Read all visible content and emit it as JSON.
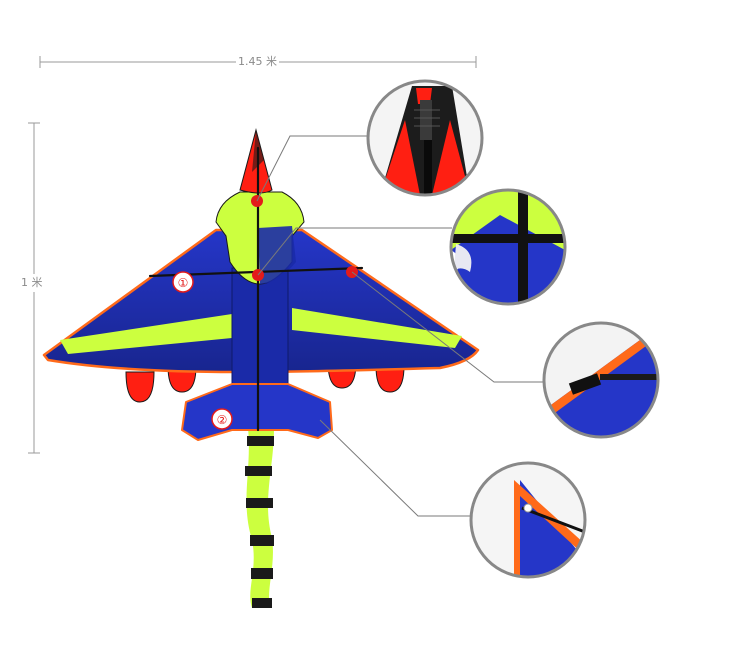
{
  "dimensions": {
    "width_label": "1.45 米",
    "height_label": "1 米"
  },
  "kite": {
    "markers": [
      "①",
      "②"
    ]
  },
  "colors": {
    "wing_blue": "#1f2db8",
    "navy": "#152070",
    "lime": "#ccff3f",
    "nose_red": "#ff1a10",
    "edge_orange": "#ff6a1a",
    "dot_red": "#e31b1b",
    "callout_ring": "#888888",
    "leader_line": "#7a7a7a"
  },
  "detail_callouts": [
    {
      "id": "nose-spar-detail",
      "icon": "nose-spar-closeup"
    },
    {
      "id": "cross-joint-detail",
      "icon": "cross-spar-joint-closeup"
    },
    {
      "id": "wing-connector-detail",
      "icon": "wing-spar-connector-closeup"
    },
    {
      "id": "wing-tip-detail",
      "icon": "wing-tip-rod-closeup"
    }
  ]
}
